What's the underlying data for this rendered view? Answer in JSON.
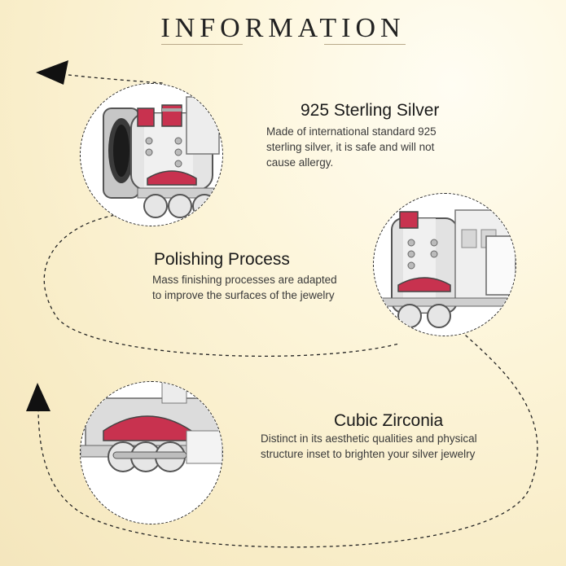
{
  "title": "INFORMATION",
  "features": [
    {
      "heading": "925 Sterling Silver",
      "description": "Made of international standard 925 sterling silver, it is safe and will not cause allergy."
    },
    {
      "heading": "Polishing Process",
      "description": "Mass finishing processes are adapted to improve the surfaces of the jewelry"
    },
    {
      "heading": "Cubic Zirconia",
      "description": "Distinct in its aesthetic qualities and physical structure inset to brighten your silver jewelry"
    }
  ],
  "icons": [
    "arrow-left-icon",
    "arrow-up-icon"
  ],
  "colors": {
    "enamel": "#c8324f",
    "silver": "#d4d4d4",
    "background": "#fbf2d2"
  }
}
